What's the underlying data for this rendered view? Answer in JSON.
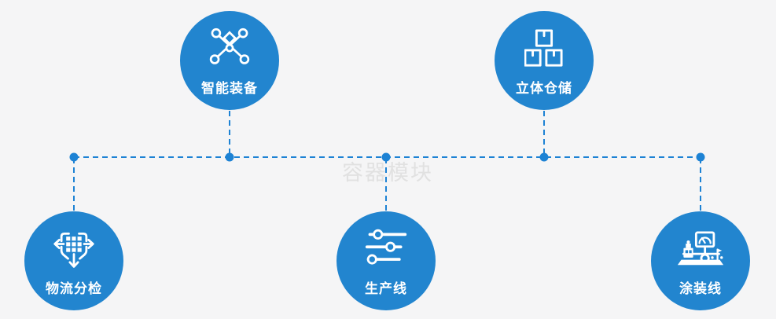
{
  "diagram": {
    "watermark": "容器模块",
    "colors": {
      "background": "#f5f5f6",
      "node_blue": "#2285cf",
      "connector_blue": "#1d82d4",
      "icon_white": "#ffffff",
      "watermark_gray": "#e1e1e1"
    },
    "nodes": [
      {
        "id": "smart-equipment",
        "label": "智能装备",
        "icon": "network-icon",
        "row": "top"
      },
      {
        "id": "warehouse",
        "label": "立体仓储",
        "icon": "boxes-icon",
        "row": "top"
      },
      {
        "id": "logistics-sorting",
        "label": "物流分检",
        "icon": "sort-arrows-icon",
        "row": "bottom"
      },
      {
        "id": "production-line",
        "label": "生产线",
        "icon": "sliders-icon",
        "row": "bottom"
      },
      {
        "id": "painting-line",
        "label": "涂装线",
        "icon": "machine-icon",
        "row": "bottom"
      }
    ]
  }
}
